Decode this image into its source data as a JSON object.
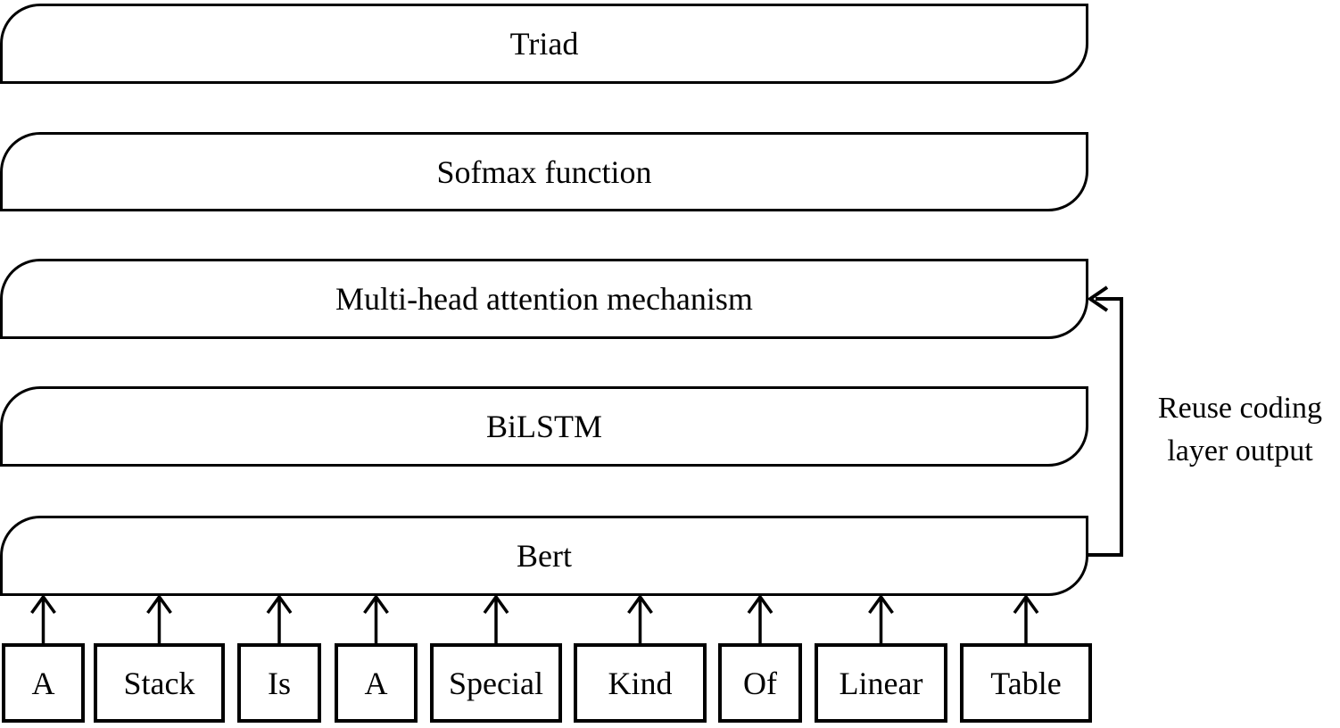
{
  "diagram": {
    "background_color": "#ffffff",
    "stroke_color": "#000000",
    "box_fill_color": "#ffffff",
    "layers": [
      {
        "label": "Triad"
      },
      {
        "label": "Sofmax function"
      },
      {
        "label": "Multi-head attention mechanism"
      },
      {
        "label": "BiLSTM"
      },
      {
        "label": "Bert"
      }
    ],
    "tokens": [
      {
        "label": "A"
      },
      {
        "label": "Stack"
      },
      {
        "label": "Is"
      },
      {
        "label": "A"
      },
      {
        "label": "Special"
      },
      {
        "label": "Kind"
      },
      {
        "label": "Of"
      },
      {
        "label": "Linear"
      },
      {
        "label": "Table"
      }
    ],
    "annotation": {
      "line1": "Reuse coding",
      "line2": "layer output"
    }
  }
}
